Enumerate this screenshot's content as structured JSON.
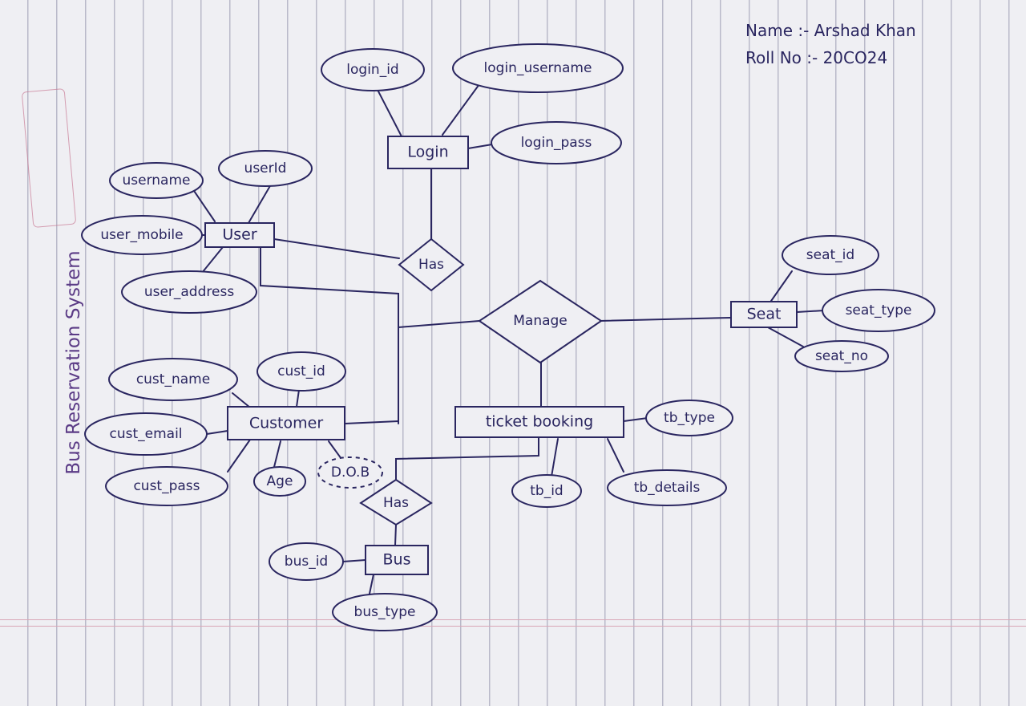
{
  "header": {
    "name_line": "Name :- Arshad Khan",
    "roll_line": "Roll No :- 20CO24"
  },
  "title": "Bus Reservation System",
  "diagram": {
    "entities": {
      "login": "Login",
      "user": "User",
      "seat": "Seat",
      "customer": "Customer",
      "ticket_booking": "ticket booking",
      "bus": "Bus"
    },
    "relationships": {
      "has_top": "Has",
      "manage": "Manage",
      "has_bottom": "Has"
    },
    "attributes": {
      "login_id": "login_id",
      "login_username": "login_username",
      "login_pass": "login_pass",
      "username": "username",
      "user_id": "userId",
      "user_mobile": "user_mobile",
      "user_address": "user_address",
      "seat_id": "seat_id",
      "seat_type": "seat_type",
      "seat_no": "seat_no",
      "cust_name": "cust_name",
      "cust_id": "cust_id",
      "cust_email": "cust_email",
      "cust_pass": "cust_pass",
      "age": "Age",
      "dob": "D.O.B",
      "tb_type": "tb_type",
      "tb_id": "tb_id",
      "tb_details": "tb_details",
      "bus_id": "bus_id",
      "bus_type": "bus_type"
    }
  }
}
